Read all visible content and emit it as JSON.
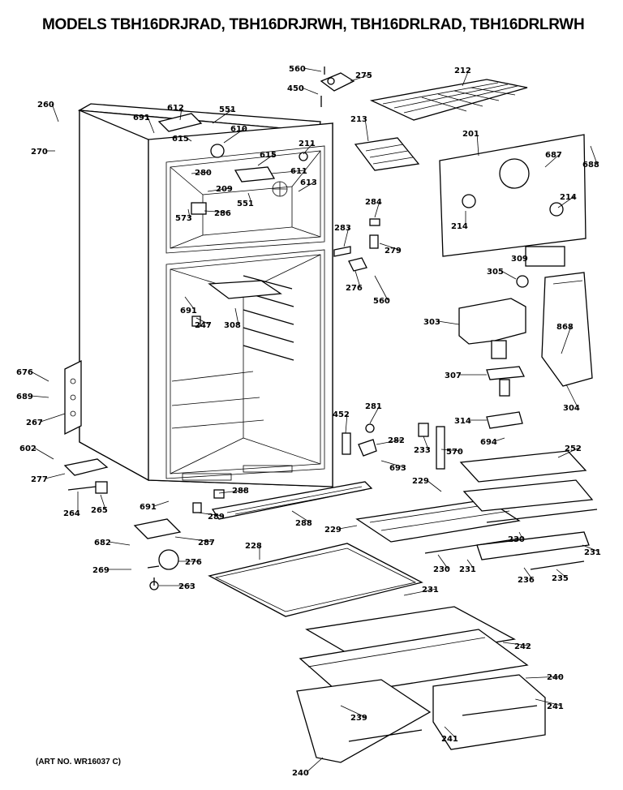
{
  "title": "MODELS TBH16DRJRAD, TBH16DRJRWH, TBH16DRLRAD, TBH16DRLRWH",
  "art_no": "(ART NO. WR16037 C)",
  "callouts": [
    {
      "id": "c-560a",
      "label": "560"
    },
    {
      "id": "c-275",
      "label": "275"
    },
    {
      "id": "c-450",
      "label": "450"
    },
    {
      "id": "c-212",
      "label": "212"
    },
    {
      "id": "c-260",
      "label": "260"
    },
    {
      "id": "c-612",
      "label": "612"
    },
    {
      "id": "c-551a",
      "label": "551"
    },
    {
      "id": "c-691a",
      "label": "691"
    },
    {
      "id": "c-615a",
      "label": "615"
    },
    {
      "id": "c-610",
      "label": "610"
    },
    {
      "id": "c-211",
      "label": "211"
    },
    {
      "id": "c-213",
      "label": "213"
    },
    {
      "id": "c-201",
      "label": "201"
    },
    {
      "id": "c-688",
      "label": "688"
    },
    {
      "id": "c-270",
      "label": "270"
    },
    {
      "id": "c-687",
      "label": "687"
    },
    {
      "id": "c-615b",
      "label": "615"
    },
    {
      "id": "c-280a",
      "label": "280"
    },
    {
      "id": "c-611",
      "label": "611"
    },
    {
      "id": "c-613",
      "label": "613"
    },
    {
      "id": "c-209",
      "label": "209"
    },
    {
      "id": "c-551b",
      "label": "551"
    },
    {
      "id": "c-286",
      "label": "286"
    },
    {
      "id": "c-573",
      "label": "573"
    },
    {
      "id": "c-214a",
      "label": "214"
    },
    {
      "id": "c-214b",
      "label": "214"
    },
    {
      "id": "c-284",
      "label": "284"
    },
    {
      "id": "c-283",
      "label": "283"
    },
    {
      "id": "c-279",
      "label": "279"
    },
    {
      "id": "c-309",
      "label": "309"
    },
    {
      "id": "c-305",
      "label": "305"
    },
    {
      "id": "c-276a",
      "label": "276"
    },
    {
      "id": "c-560b",
      "label": "560"
    },
    {
      "id": "c-691b",
      "label": "691"
    },
    {
      "id": "c-247",
      "label": "247"
    },
    {
      "id": "c-308",
      "label": "308"
    },
    {
      "id": "c-303",
      "label": "303"
    },
    {
      "id": "c-868",
      "label": "868"
    },
    {
      "id": "c-676",
      "label": "676"
    },
    {
      "id": "c-689",
      "label": "689"
    },
    {
      "id": "c-307",
      "label": "307"
    },
    {
      "id": "c-304",
      "label": "304"
    },
    {
      "id": "c-267",
      "label": "267"
    },
    {
      "id": "c-452",
      "label": "452"
    },
    {
      "id": "c-281",
      "label": "281"
    },
    {
      "id": "c-314",
      "label": "314"
    },
    {
      "id": "c-282",
      "label": "282"
    },
    {
      "id": "c-233",
      "label": "233"
    },
    {
      "id": "c-570",
      "label": "570"
    },
    {
      "id": "c-694",
      "label": "694"
    },
    {
      "id": "c-252",
      "label": "252"
    },
    {
      "id": "c-602",
      "label": "602"
    },
    {
      "id": "c-693",
      "label": "693"
    },
    {
      "id": "c-277",
      "label": "277"
    },
    {
      "id": "c-288a",
      "label": "288"
    },
    {
      "id": "c-229a",
      "label": "229"
    },
    {
      "id": "c-264",
      "label": "264"
    },
    {
      "id": "c-265",
      "label": "265"
    },
    {
      "id": "c-691c",
      "label": "691"
    },
    {
      "id": "c-289",
      "label": "289"
    },
    {
      "id": "c-288b",
      "label": "288"
    },
    {
      "id": "c-229b",
      "label": "229"
    },
    {
      "id": "c-682",
      "label": "682"
    },
    {
      "id": "c-287",
      "label": "287"
    },
    {
      "id": "c-230a",
      "label": "230"
    },
    {
      "id": "c-231a",
      "label": "231"
    },
    {
      "id": "c-228",
      "label": "228"
    },
    {
      "id": "c-230b",
      "label": "230"
    },
    {
      "id": "c-231b",
      "label": "231"
    },
    {
      "id": "c-269",
      "label": "269"
    },
    {
      "id": "c-276b",
      "label": "276"
    },
    {
      "id": "c-236",
      "label": "236"
    },
    {
      "id": "c-235",
      "label": "235"
    },
    {
      "id": "c-263",
      "label": "263"
    },
    {
      "id": "c-231c",
      "label": "231"
    },
    {
      "id": "c-242",
      "label": "242"
    },
    {
      "id": "c-240a",
      "label": "240"
    },
    {
      "id": "c-239",
      "label": "239"
    },
    {
      "id": "c-241a",
      "label": "241"
    },
    {
      "id": "c-241b",
      "label": "241"
    },
    {
      "id": "c-240b",
      "label": "240"
    }
  ]
}
